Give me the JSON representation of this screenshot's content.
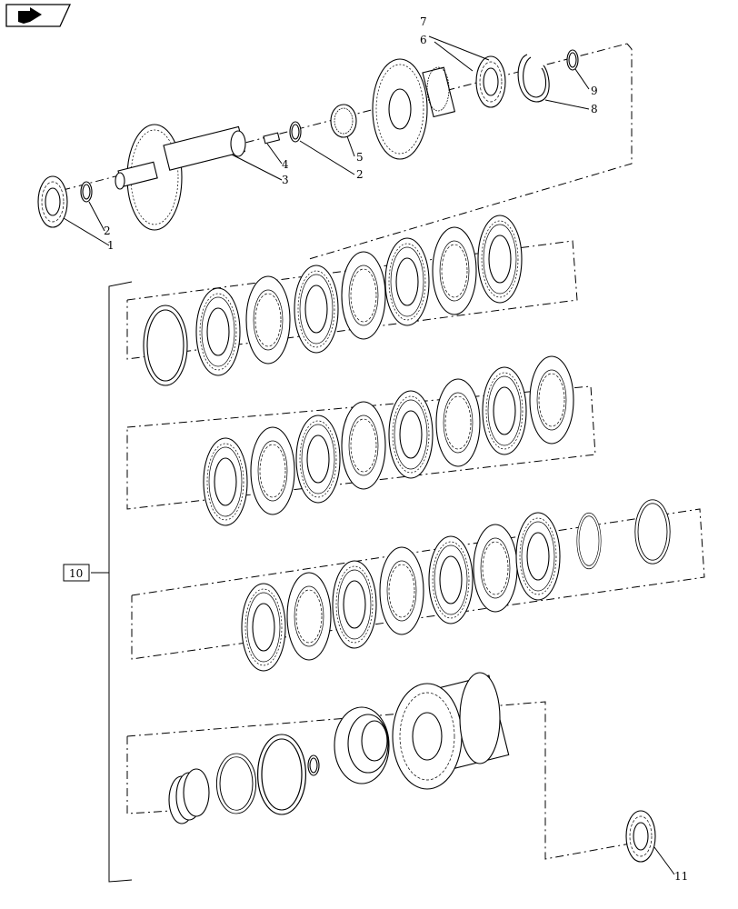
{
  "nav": {
    "icon": "arrow-right-icon"
  },
  "callouts": {
    "c1": "1",
    "c2a": "2",
    "c3": "3",
    "c4": "4",
    "c2b": "2",
    "c5": "5",
    "c6": "6",
    "c7": "7",
    "c8": "8",
    "c9": "9",
    "c10": "10",
    "c11": "11"
  },
  "colors": {
    "ink": "#000000",
    "paper": "#ffffff"
  }
}
